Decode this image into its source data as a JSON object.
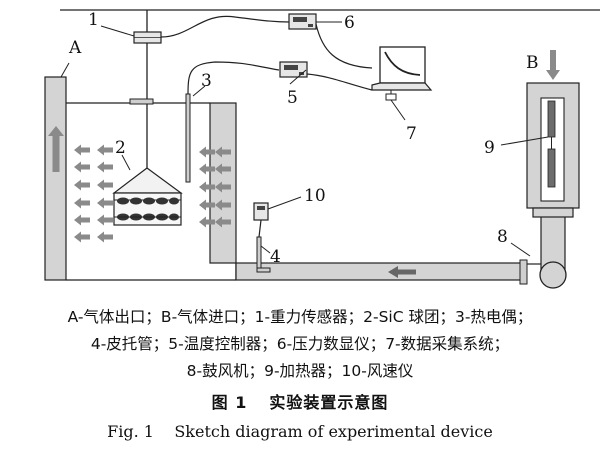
{
  "diagram": {
    "labels": {
      "A": "A",
      "B": "B",
      "n1": "1",
      "n2": "2",
      "n3": "3",
      "n4": "4",
      "n5": "5",
      "n6": "6",
      "n7": "7",
      "n8": "8",
      "n9": "9",
      "n10": "10"
    }
  },
  "caption": {
    "legend_lines": [
      "A-气体出口；B-气体进口；1-重力传感器；2-SiC 球团；3-热电偶；",
      "4-皮托管；5-温度控制器；6-压力数显仪；7-数据采集系统；",
      "8-鼓风机；9-加热器；10-风速仪"
    ],
    "fig_cn_number": "图 1",
    "fig_cn_title": "实验装置示意图",
    "fig_en": "Fig. 1    Sketch diagram of experimental device"
  },
  "colors": {
    "wall_fill": "#d4d4d4",
    "arrow_fill": "#8a8a8a",
    "line": "#222222"
  },
  "icons": [
    "arrow-icon",
    "laptop-icon",
    "digital-display-icon",
    "fan-icon",
    "heater-icon"
  ]
}
